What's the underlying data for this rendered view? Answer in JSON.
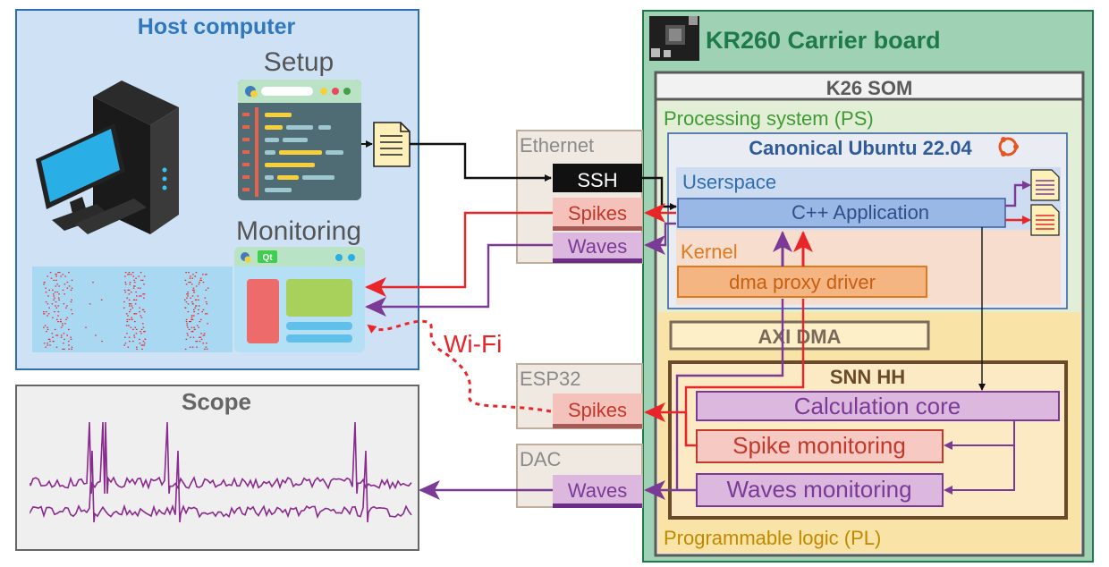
{
  "host": {
    "title": "Host computer",
    "setup_label": "Setup",
    "monitoring_label": "Monitoring",
    "qt_badge": "Qt"
  },
  "scope": {
    "title": "Scope"
  },
  "wifi": {
    "label": "Wi-Fi"
  },
  "ethernet": {
    "title": "Ethernet",
    "ssh": "SSH",
    "spikes": "Spikes",
    "waves": "Waves"
  },
  "esp32": {
    "title": "ESP32",
    "spikes": "Spikes"
  },
  "dac": {
    "title": "DAC",
    "waves": "Waves"
  },
  "board": {
    "title": "KR260 Carrier board",
    "som": "K26 SOM",
    "ps": "Processing system (PS)",
    "os": "Canonical Ubuntu 22.04",
    "userspace": "Userspace",
    "app": "C++ Application",
    "kernel": "Kernel",
    "driver": "dma proxy driver",
    "axi": "AXI DMA",
    "snn": "SNN HH",
    "core": "Calculation core",
    "spike_mon": "Spike monitoring",
    "waves_mon": "Waves monitoring",
    "pl": "Programmable logic (PL)"
  },
  "colors": {
    "spikes": "#e8262a",
    "waves": "#7b3a96",
    "host_bg": "#cfe1f5",
    "board_bg": "#9fd1b5"
  }
}
